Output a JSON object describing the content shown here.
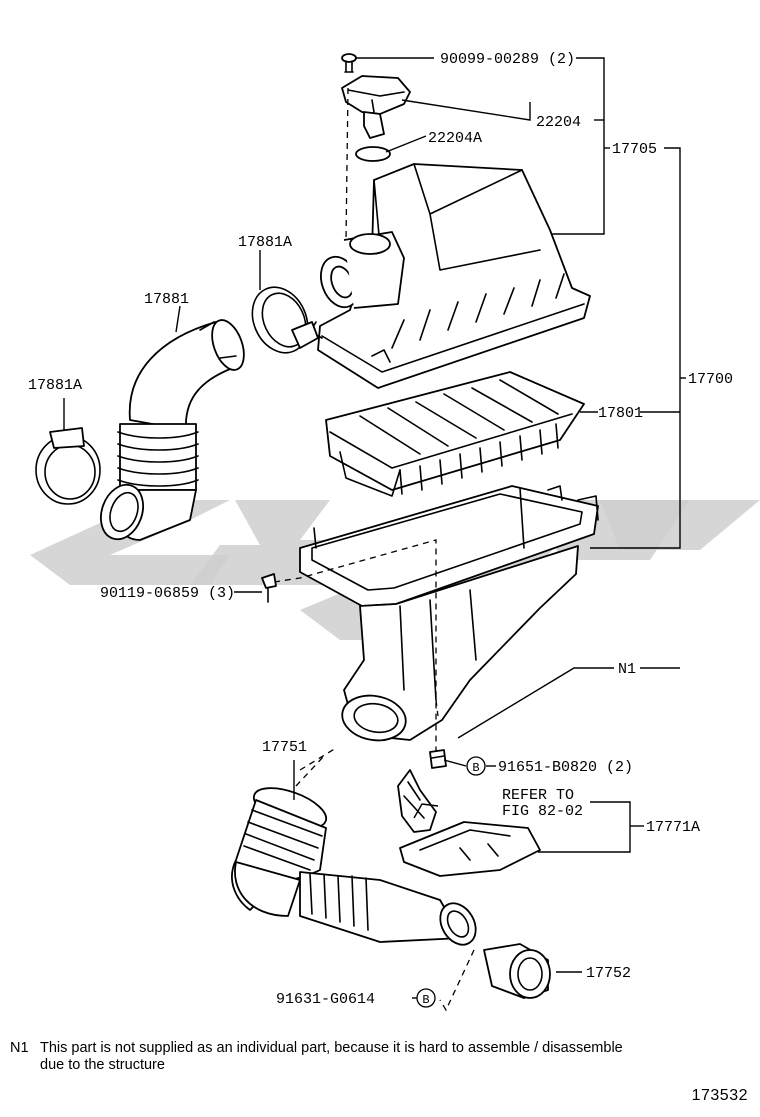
{
  "labels": {
    "p90099": "90099-00289 (2)",
    "p22204": "22204",
    "p22204A": "22204A",
    "p17705": "17705",
    "p17881A_top": "17881A",
    "p17881": "17881",
    "p17881A_left": "17881A",
    "p17700": "17700",
    "p17801": "17801",
    "p90119": "90119-06859 (3)",
    "pN1": "N1",
    "p17751": "17751",
    "p91651": "91651-B0820 (2)",
    "refer_to": "REFER TO",
    "fig": "FIG 82-02",
    "p17771A": "17771A",
    "p17752": "17752",
    "p91631": "91631-G0614",
    "circle_b": "B"
  },
  "footnote": {
    "id": "N1",
    "line1": "This part is not supplied as an individual part, because it is hard to assemble / disassemble",
    "line2": "due to the structure"
  },
  "diagram_number": "173532"
}
